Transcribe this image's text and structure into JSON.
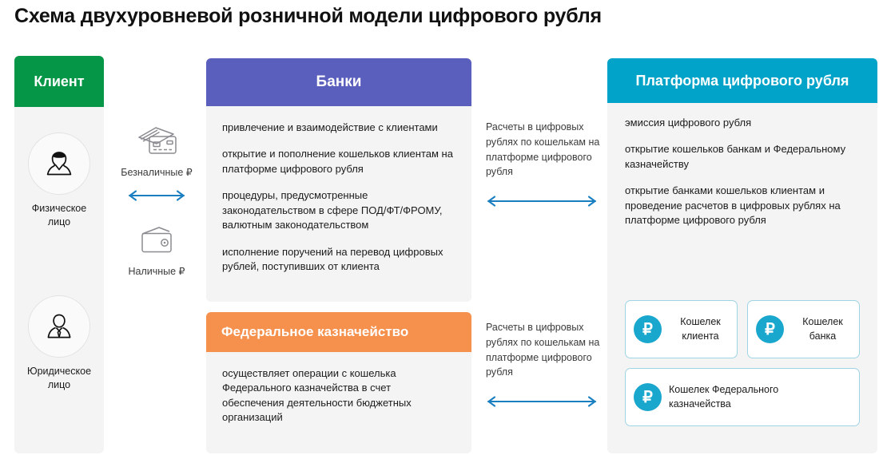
{
  "title": "Схема двухуровневой розничной модели цифрового рубля",
  "colors": {
    "green": "#069647",
    "purple": "#5a5ebd",
    "orange": "#f6904d",
    "teal": "#02a3c8",
    "arrow": "#1a7fc1",
    "card_bg": "#f4f4f5",
    "wallet_border": "#9fd4e4",
    "ruble_badge": "#1aa7cd"
  },
  "client": {
    "header": "Клиент",
    "persons": [
      {
        "icon": "person-casual-icon",
        "label": "Физическое\nлицо",
        "line1": "Физическое",
        "line2": "лицо"
      },
      {
        "icon": "person-business-icon",
        "label": "Юридическое\nлицо",
        "line1": "Юридическое",
        "line2": "лицо"
      }
    ]
  },
  "client_bank_connector": {
    "top_icon": "credit-cards-icon",
    "top_caption": "Безналичные ₽",
    "arrow": "double-arrow-horizontal-icon",
    "bottom_icon": "wallet-icon",
    "bottom_caption": "Наличные ₽"
  },
  "banks": {
    "header": "Банки",
    "bullets": [
      "привлечение и взаимодействие с клиентами",
      "открытие и пополнение кошельков клиентам на платформе цифрового рубля",
      "процедуры, предусмотренные законодательством в сфере ПОД/ФТ/ФРОМУ, валютным законодательством",
      "исполнение поручений на перевод цифровых рублей, поступивших от клиента"
    ]
  },
  "treasury": {
    "header": "Федеральное казначейство",
    "bullets": [
      "осуществляет операции с кошелька Федерального казначейства в счет обеспечения деятельности бюджетных организаций"
    ]
  },
  "mid_connectors": [
    {
      "text": "Расчеты в цифровых рублях по кошелькам на платформе цифрового рубля",
      "arrow": "double-arrow-horizontal-icon"
    },
    {
      "text": "Расчеты в цифровых рублях по кошелькам на платформе цифрового рубля",
      "arrow": "double-arrow-horizontal-icon"
    }
  ],
  "platform": {
    "header": "Платформа цифрового рубля",
    "bullets": [
      "эмиссия цифрового рубля",
      "открытие кошельков банкам и Федеральному казначейству",
      "открытие банками кошельков клиентам и проведение расчетов в цифровых рублях на платформе цифрового рубля"
    ],
    "wallets": [
      {
        "badge": "₽",
        "label": "Кошелек клиента",
        "line1": "Кошелек",
        "line2": "клиента",
        "size": "half"
      },
      {
        "badge": "₽",
        "label": "Кошелек банка",
        "line1": "Кошелек",
        "line2": "банка",
        "size": "half"
      },
      {
        "badge": "₽",
        "label": "Кошелек Федерального казначейства",
        "line1": "Кошелек Федерального",
        "line2": "казначейства",
        "size": "full"
      }
    ]
  }
}
